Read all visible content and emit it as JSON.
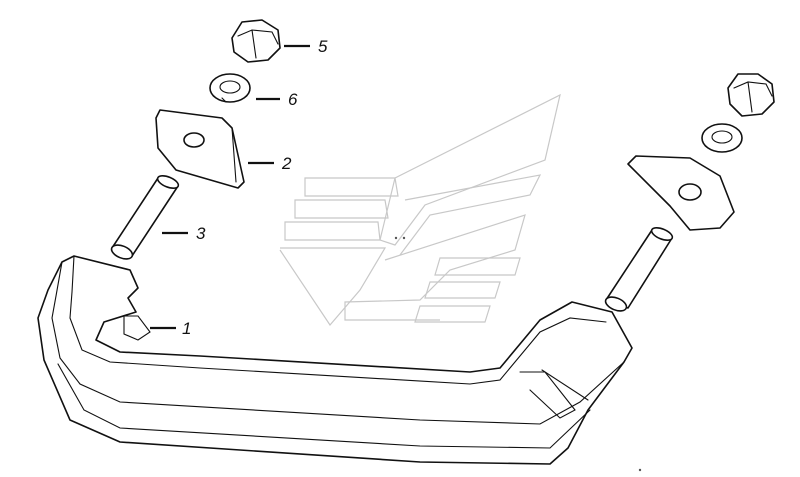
{
  "callouts": [
    {
      "id": "5",
      "label": "5"
    },
    {
      "id": "6",
      "label": "6"
    },
    {
      "id": "2",
      "label": "2"
    },
    {
      "id": "3",
      "label": "3"
    },
    {
      "id": "1",
      "label": "1"
    }
  ]
}
